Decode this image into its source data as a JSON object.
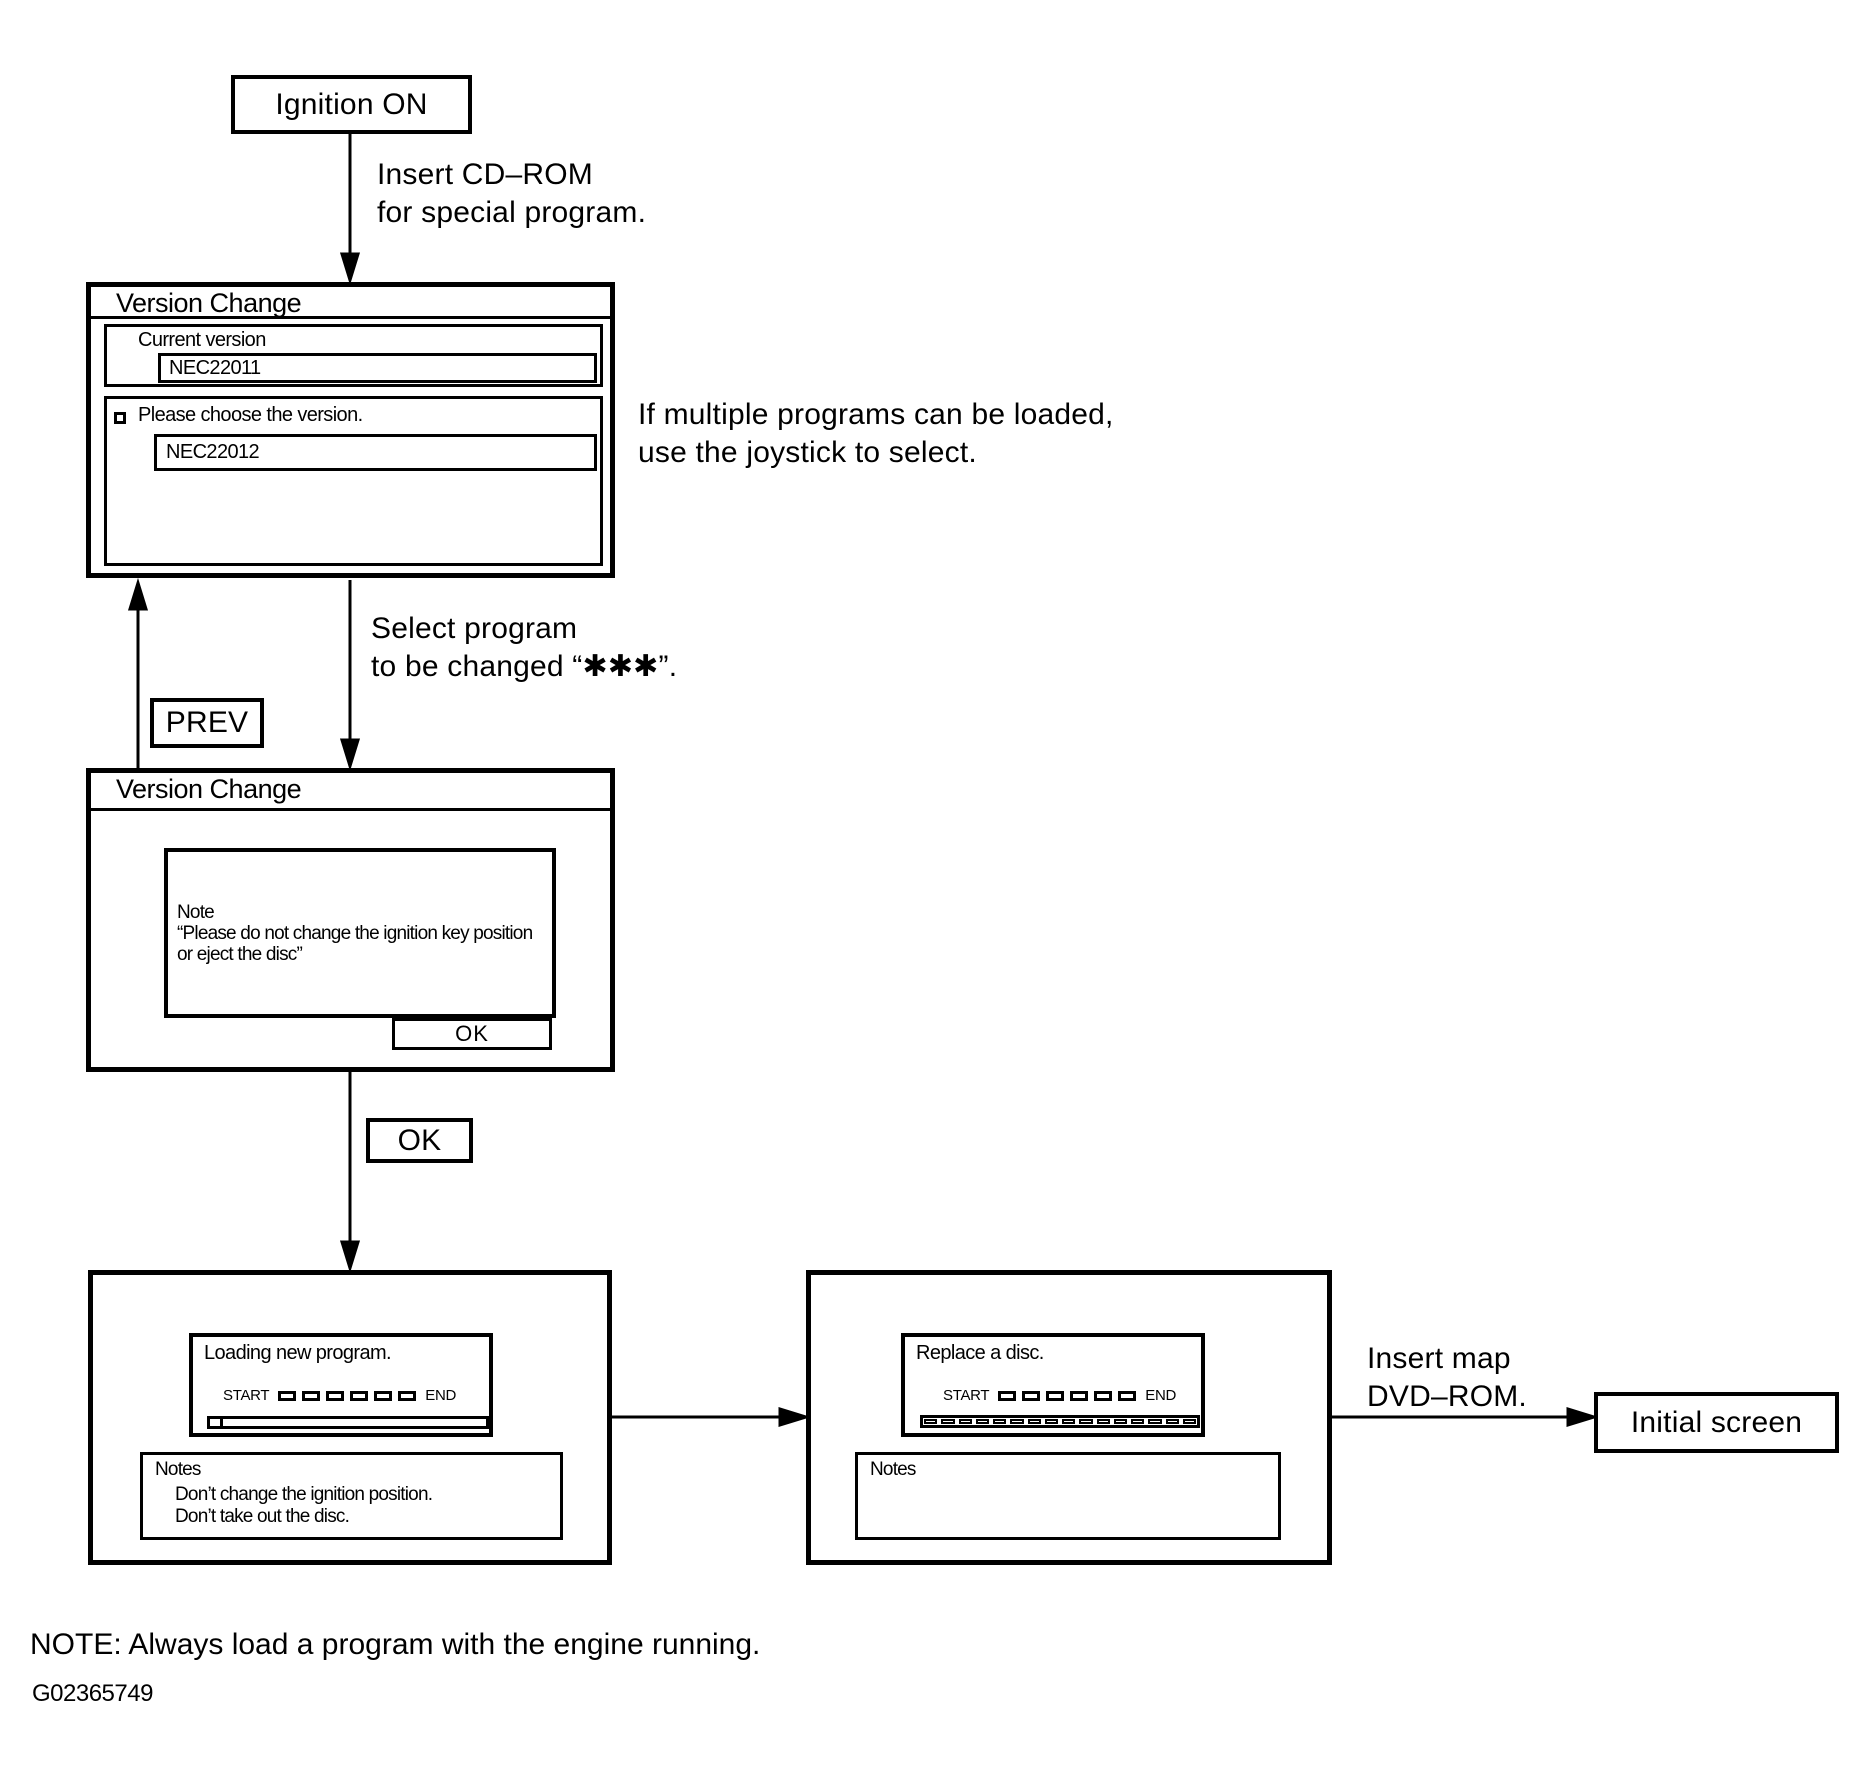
{
  "colors": {
    "ink": "#000000",
    "paper": "#ffffff"
  },
  "flow": {
    "ignition_label": "Ignition ON",
    "insert_cdrom": [
      "Insert CD–ROM",
      "for special program."
    ],
    "vc1": {
      "title": "Version Change",
      "current_version_label": "Current version",
      "current_version_value": "NEC22011",
      "choose_prompt": "Please choose the version.",
      "choose_value": "NEC22012"
    },
    "joystick_note": [
      "If multiple programs can be loaded,",
      "use the joystick to select."
    ],
    "select_program": [
      "Select program",
      "to be changed “✱✱✱”."
    ],
    "prev_label": "PREV",
    "vc2": {
      "title": "Version Change",
      "note_title": "Note",
      "note_lines": [
        "“Please do not change the ignition key position",
        "or eject the disc”"
      ],
      "ok_label": "OK"
    },
    "ok_step_label": "OK",
    "loading": {
      "screen_title": "Loading new program.",
      "start_label": "START",
      "end_label": "END",
      "segment_count": 6,
      "bar_cell_count": 1,
      "notes_title": "Notes",
      "notes": [
        "Don’t change the ignition position.",
        "Don’t take out the disc."
      ]
    },
    "replace": {
      "screen_title": "Replace a disc.",
      "start_label": "START",
      "end_label": "END",
      "segment_count": 6,
      "bar_cell_count": 16,
      "notes_title": "Notes"
    },
    "insert_dvd": [
      "Insert map",
      "DVD–ROM."
    ],
    "initial_screen_label": "Initial screen",
    "footer_note": "NOTE: Always load a program with the engine running.",
    "figure_id": "G02365749"
  }
}
